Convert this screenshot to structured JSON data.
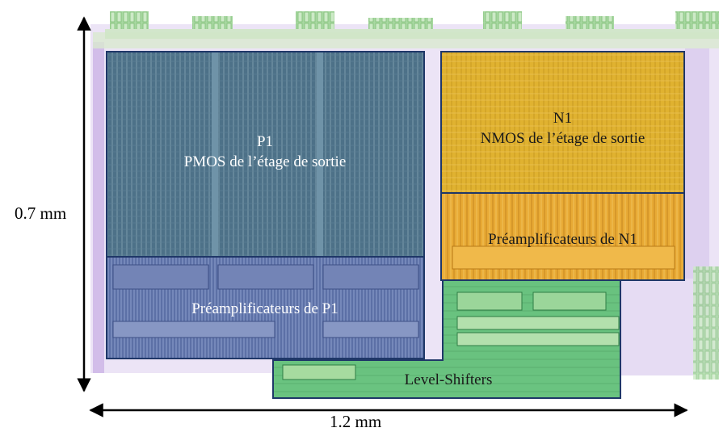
{
  "dimensions": {
    "height_label": "0.7 mm",
    "width_label": "1.2 mm"
  },
  "blocks": {
    "p1": {
      "title": "P1",
      "subtitle": "PMOS de l’étage de sortie",
      "color": "#4a6f86"
    },
    "p1_preamp": {
      "label": "Préamplificateurs de P1",
      "color": "#5a6fa2"
    },
    "n1": {
      "title": "N1",
      "subtitle": "NMOS de l’étage de sortie",
      "color": "#e2b431"
    },
    "n1_preamp": {
      "label": "Préamplificateurs de N1",
      "color": "#e6a92e"
    },
    "level_shifters": {
      "label": "Level-Shifters",
      "color": "#63c07a"
    }
  },
  "colors": {
    "outline": "#1f3768",
    "substrate_purple": "#cdb8ea",
    "pad_green": "#9fd39a",
    "label_light": "#ffffff",
    "label_dark": "#1a1a1a"
  }
}
